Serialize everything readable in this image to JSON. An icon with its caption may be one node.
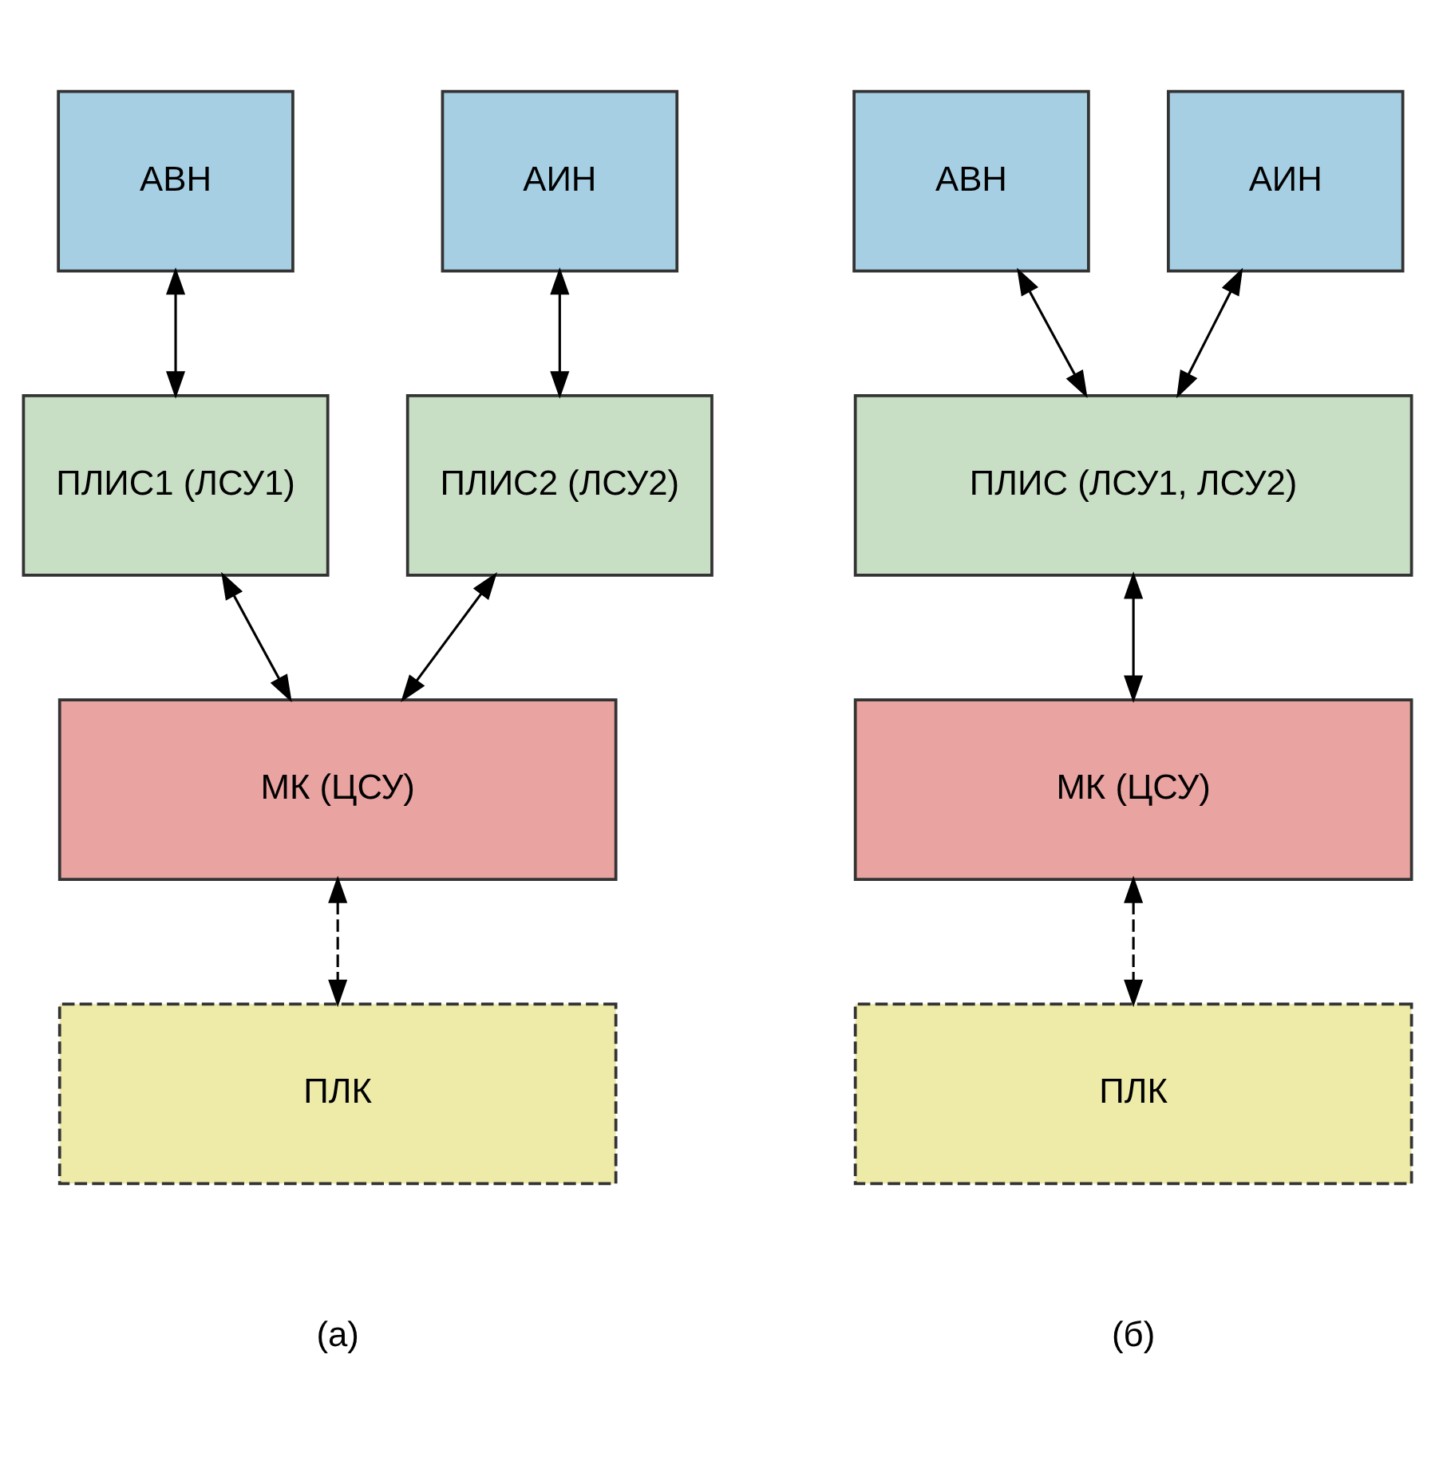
{
  "diagram": {
    "nodes": [
      {
        "text": [
          "АВН"
        ]
      },
      {
        "text": [
          "АИН"
        ]
      },
      {
        "text": [
          "ПЛИС1 (ЛСУ1)"
        ]
      },
      {
        "text": [
          "ПЛИС2 (ЛСУ2)"
        ]
      },
      {
        "text": [
          "МК (ЦСУ)"
        ]
      },
      {
        "text": [
          "ПЛК"
        ]
      },
      {
        "text": [
          "АВН"
        ]
      },
      {
        "text": [
          "АИН"
        ]
      },
      {
        "text": [
          "ПЛИС (ЛСУ1, ЛСУ2)"
        ]
      },
      {
        "text": [
          "МК (ЦСУ)"
        ]
      },
      {
        "text": [
          "ПЛК"
        ]
      }
    ],
    "edges": [
      {
        "from": 0,
        "to": 2,
        "arrow": "both"
      },
      {
        "from": 1,
        "to": 3,
        "arrow": "both"
      },
      {
        "from": 2,
        "to": 4,
        "arrow": "both"
      },
      {
        "from": 3,
        "to": 4,
        "arrow": "both"
      },
      {
        "from": 4,
        "to": 5,
        "arrow": "both",
        "style": "dashed"
      },
      {
        "from": 6,
        "to": 8,
        "arrow": "both"
      },
      {
        "from": 7,
        "to": 8,
        "arrow": "both"
      },
      {
        "from": 8,
        "to": 9,
        "arrow": "both"
      },
      {
        "from": 9,
        "to": 10,
        "arrow": "both",
        "style": "dashed"
      }
    ],
    "labels": [
      "(а)",
      "(б)"
    ]
  }
}
